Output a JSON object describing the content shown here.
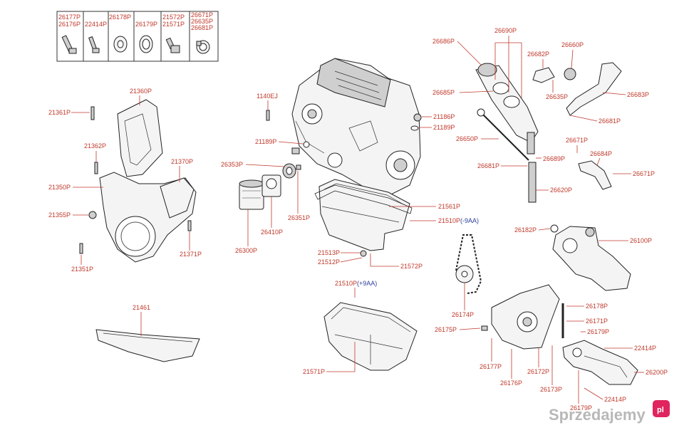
{
  "callouts": {
    "c26177P": "26177P",
    "c26176P": "26176P",
    "c22414P": "22414P",
    "c26178P": "26178P",
    "c26179P": "26179P",
    "c21572P": "21572P",
    "c21571P": "21571P",
    "c26671P": "26671P",
    "c26635P": "26635P",
    "c26681P": "26681P",
    "c21360P": "21360P",
    "c21361P": "21361P",
    "c21362P": "21362P",
    "c21370P": "21370P",
    "c21350P": "21350P",
    "c21355P": "21355P",
    "c21371P": "21371P",
    "c21351P": "21351P",
    "c21461": "21461",
    "c1140EJ": "1140EJ",
    "c21186P": "21186P",
    "c21189P_r": "21189P",
    "c21189P_l": "21189P",
    "c26353P": "26353P",
    "c26300P": "26300P",
    "c26410P": "26410P",
    "c26351P": "26351P",
    "c21561P": "21561P",
    "c21510P_a": "21510P",
    "c21510P_a_suffix": "(-9AA)",
    "c21513P": "21513P",
    "c21512P": "21512P",
    "c21572P_b": "21572P",
    "c21510P_b": "21510P",
    "c21510P_b_suffix": "(+9AA)",
    "c21571P_b": "21571P",
    "c26690P": "26690P",
    "c26686P": "26686P",
    "c26682P": "26682P",
    "c26660P": "26660P",
    "c26685P": "26685P",
    "c26635P_b": "26635P",
    "c26683P": "26683P",
    "c26681P_b": "26681P",
    "c26650P": "26650P",
    "c26671P_b": "26671P",
    "c26689P": "26689P",
    "c26684P": "26684P",
    "c26681P_c": "26681P",
    "c26671P_c": "26671P",
    "c26620P": "26620P",
    "c26182P": "26182P",
    "c26100P": "26100P",
    "c26174P": "26174P",
    "c26178P_b": "26178P",
    "c26171P": "26171P",
    "c26175P": "26175P",
    "c26179P_b": "26179P",
    "c22414P_b": "22414P",
    "c26177P_b": "26177P",
    "c26172P": "26172P",
    "c26200P": "26200P",
    "c26176P_b": "26176P",
    "c26173P": "26173P",
    "c22414P_c": "22414P",
    "c26179P_c": "26179P"
  },
  "watermark": {
    "text": "Sprzedajemy",
    "badge": "pl"
  },
  "colors": {
    "label": "#c0392b",
    "label_alt": "#2c3e9c",
    "line_art": "#222222"
  }
}
